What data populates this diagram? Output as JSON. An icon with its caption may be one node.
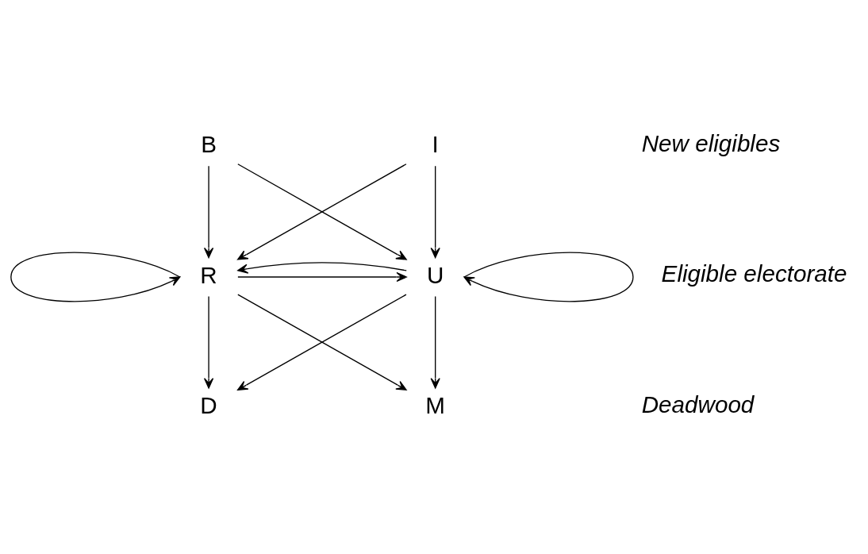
{
  "diagram": {
    "nodes": [
      {
        "text": [
          "B"
        ]
      },
      {
        "text": [
          "I"
        ]
      },
      {
        "text": [
          "R"
        ]
      },
      {
        "text": [
          "U"
        ]
      },
      {
        "text": [
          "D"
        ]
      },
      {
        "text": [
          "M"
        ]
      }
    ],
    "edges": [
      {
        "from": 0,
        "to": 2,
        "arrow": "to"
      },
      {
        "from": 0,
        "to": 3,
        "arrow": "to"
      },
      {
        "from": 1,
        "to": 2,
        "arrow": "to"
      },
      {
        "from": 1,
        "to": 3,
        "arrow": "to"
      },
      {
        "from": 2,
        "to": 2,
        "arrow": "to"
      },
      {
        "from": 2,
        "to": 3,
        "arrow": "to"
      },
      {
        "from": 3,
        "to": 2,
        "arrow": "to"
      },
      {
        "from": 3,
        "to": 3,
        "arrow": "to"
      },
      {
        "from": 2,
        "to": 4,
        "arrow": "to"
      },
      {
        "from": 2,
        "to": 5,
        "arrow": "to"
      },
      {
        "from": 3,
        "to": 4,
        "arrow": "to"
      },
      {
        "from": 3,
        "to": 5,
        "arrow": "to"
      }
    ],
    "labels": [
      "New eligibles",
      "Eligible electorate",
      "Deadwood"
    ]
  }
}
